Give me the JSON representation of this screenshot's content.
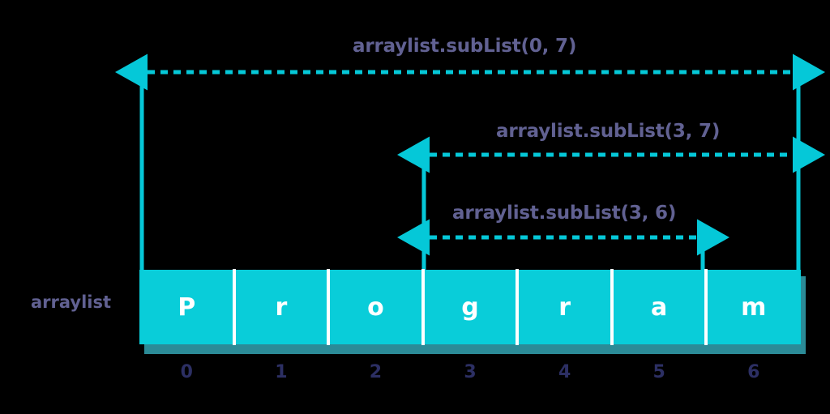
{
  "diagram": {
    "title_labels": {
      "range0": "arraylist.subList(0, 7)",
      "range1": "arraylist.subList(3, 7)",
      "range2": "arraylist.subList(3, 6)"
    },
    "structure_name": "arraylist",
    "cells": [
      {
        "value": "P",
        "index": "0"
      },
      {
        "value": "r",
        "index": "1"
      },
      {
        "value": "o",
        "index": "2"
      },
      {
        "value": "g",
        "index": "3"
      },
      {
        "value": "r",
        "index": "4"
      },
      {
        "value": "a",
        "index": "5"
      },
      {
        "value": "m",
        "index": "6"
      }
    ],
    "colors": {
      "background": "#000000",
      "cell_fill": "#09cdd9",
      "cell_shadow": "#2b8b97",
      "cell_text": "#ffffff",
      "divider": "#ffffff",
      "arrow": "#05c8d8",
      "label_text": "#616192",
      "index_text": "#2c2f63"
    },
    "ranges": [
      {
        "label": "arraylist.subList(0, 7)",
        "from_index": "0",
        "to_index": "7",
        "covers": "0-6"
      },
      {
        "label": "arraylist.subList(3, 7)",
        "from_index": "3",
        "to_index": "7",
        "covers": "3-6"
      },
      {
        "label": "arraylist.subList(3, 6)",
        "from_index": "3",
        "to_index": "6",
        "covers": "3-5"
      }
    ]
  }
}
